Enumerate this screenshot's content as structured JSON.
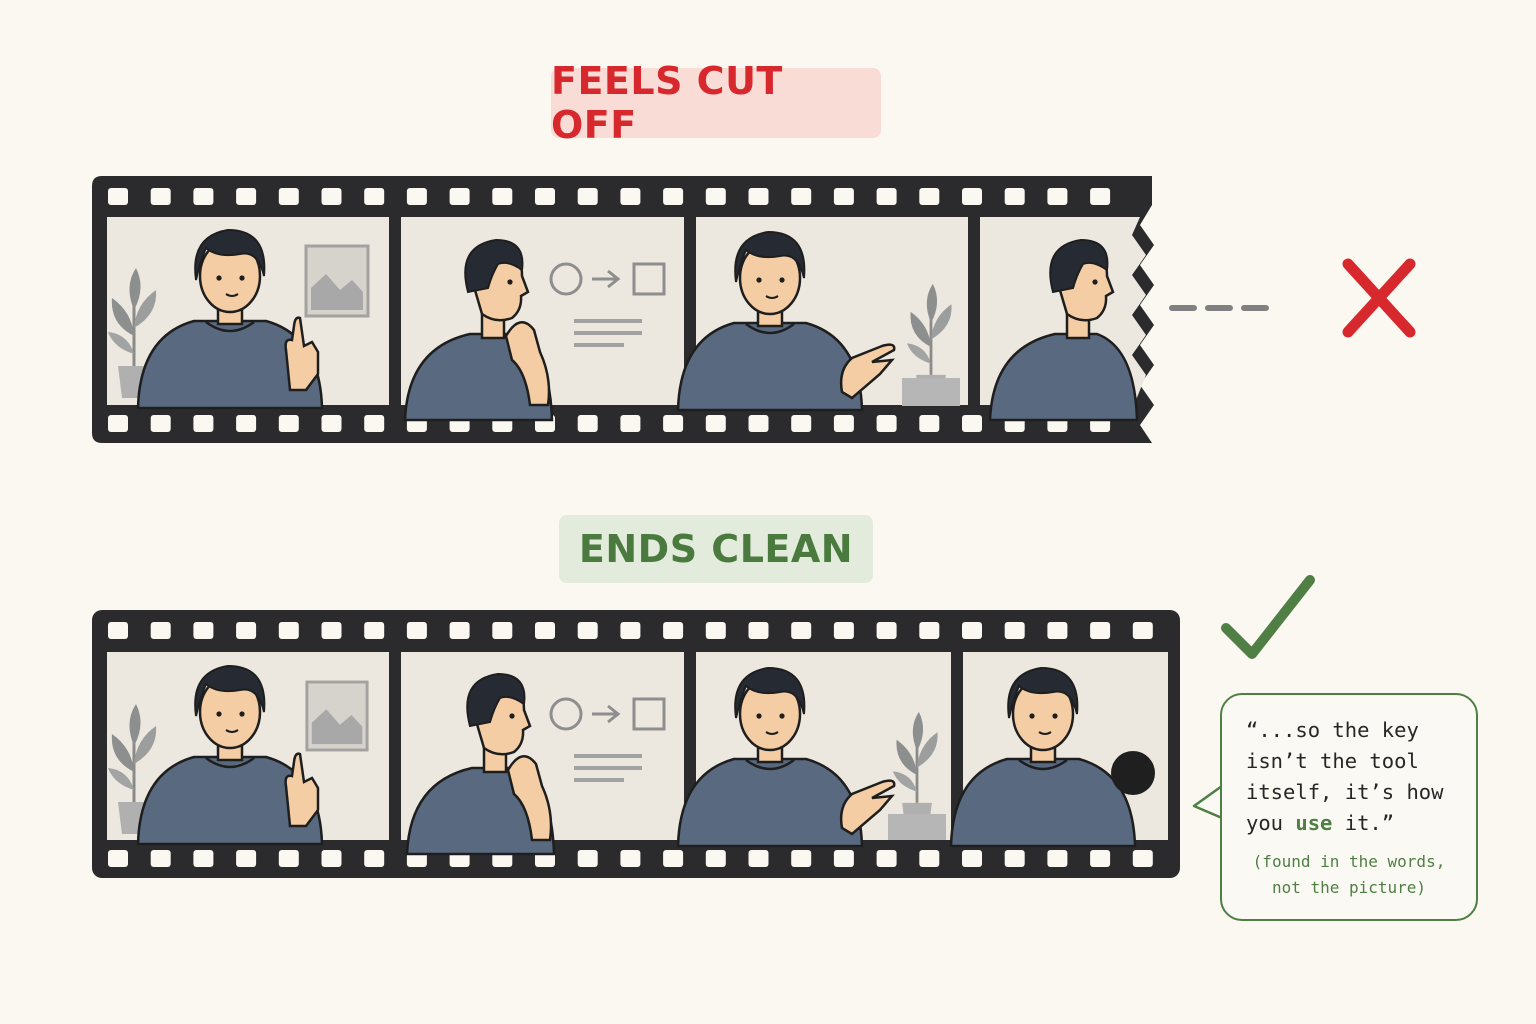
{
  "top_strip": {
    "label": "FEELS CUT OFF",
    "label_color": "#d7292d",
    "label_bg": "#f9dcd6",
    "status_icon": "cross-icon",
    "connector": "dashed-line"
  },
  "bottom_strip": {
    "label": "ENDS CLEAN",
    "label_color": "#4a7a3e",
    "label_bg": "#e3ebdc",
    "status_icon": "check-icon"
  },
  "frames": [
    {
      "pose": "pointing-up",
      "prop": "picture-frame-icon"
    },
    {
      "pose": "thinking",
      "prop": "circle-arrow-square-icon"
    },
    {
      "pose": "gesturing",
      "prop": "plant-icon"
    },
    {
      "pose": "final"
    }
  ],
  "bubble": {
    "quote_before": "“...so the key\nisn’t the tool\nitself, it’s how\nyou ",
    "quote_emphasis": "use",
    "quote_after": " it.”",
    "note": "(found in the words,\nnot the picture)",
    "accent": "#4f7f44"
  }
}
